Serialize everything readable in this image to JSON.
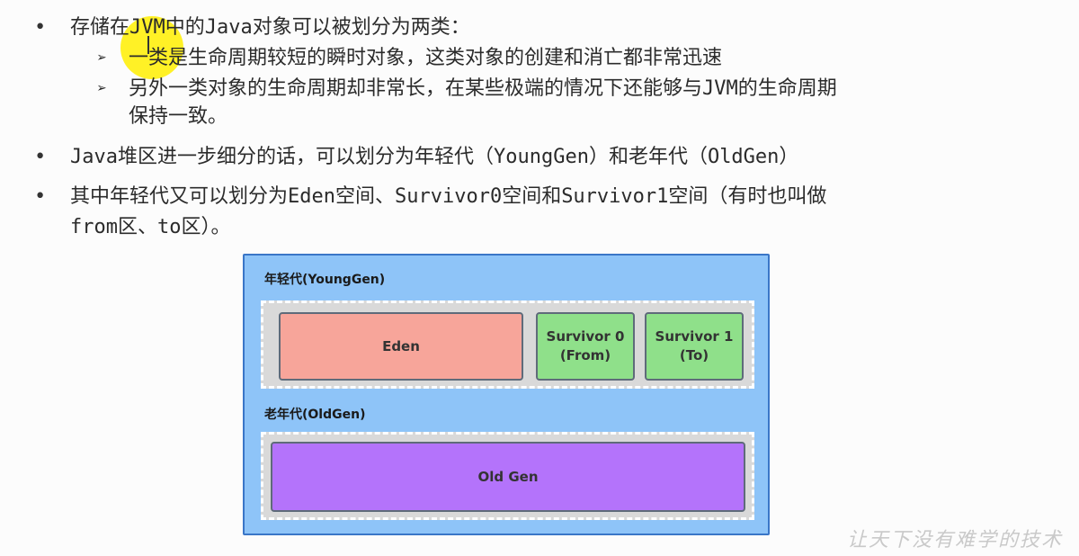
{
  "bullets": {
    "b1": "存储在JVM中的Java对象可以被划分为两类：",
    "b1_sub1": "一类是生命周期较短的瞬时对象，这类对象的创建和消亡都非常迅速",
    "b1_sub2_line1": "另外一类对象的生命周期却非常长，在某些极端的情况下还能够与JVM的生命周期",
    "b1_sub2_line2": "保持一致。",
    "b2": "Java堆区进一步细分的话，可以划分为年轻代（YoungGen）和老年代（OldGen）",
    "b3_line1": "其中年轻代又可以划分为Eden空间、Survivor0空间和Survivor1空间（有时也叫做",
    "b3_line2": "from区、to区）。"
  },
  "diagram": {
    "young_label": "年轻代(YoungGen)",
    "eden": "Eden",
    "survivor0_line1": "Survivor 0",
    "survivor0_line2": "(From)",
    "survivor1_line1": "Survivor 1",
    "survivor1_line2": "(To)",
    "old_label": "老年代(OldGen)",
    "old_gen": "Old Gen"
  },
  "watermark": "让天下没有难学的技术",
  "colors": {
    "diagram_bg": "#8ec4f8",
    "eden": "#f7a59a",
    "survivor": "#8fe08a",
    "old_gen": "#b473fb",
    "highlight": "#ffee00"
  }
}
